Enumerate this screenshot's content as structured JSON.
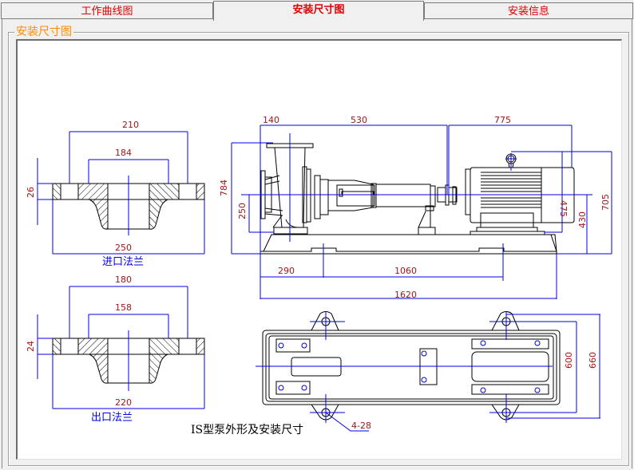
{
  "tabs": [
    {
      "label": "工作曲线图",
      "active": false
    },
    {
      "label": "安装尺寸图",
      "active": true
    },
    {
      "label": "安装信息",
      "active": false
    }
  ],
  "group": {
    "title": "安装尺寸图"
  },
  "drawing": {
    "title": "IS型泵外形及安装尺寸",
    "inlet_flange": {
      "caption": "进口法兰",
      "dims": {
        "bolt_circle": "210",
        "raised_face": "184",
        "thickness": "26",
        "outer": "250"
      }
    },
    "outlet_flange": {
      "caption": "出口法兰",
      "dims": {
        "bolt_circle": "180",
        "raised_face": "158",
        "thickness": "24",
        "outer": "220"
      }
    },
    "side_view": {
      "dims": {
        "suction_offset": "140",
        "pump_length": "530",
        "motor_length": "775",
        "total_height": "784",
        "inlet_center_height": "250",
        "motor_height": "475",
        "shaft_center_height": "430",
        "motor_top_height": "705",
        "base_offset": "290",
        "anchor_spacing": "1060",
        "base_length": "1620"
      }
    },
    "plan_view": {
      "dims": {
        "anchor_width": "600",
        "base_width": "660",
        "anchor_holes": "4-28"
      }
    }
  },
  "colors": {
    "tab_text": "#e00000",
    "group_title": "#ff8c00",
    "dimension_line": "#0000e0",
    "dimension_text": "#a01818",
    "outline": "#000000"
  }
}
